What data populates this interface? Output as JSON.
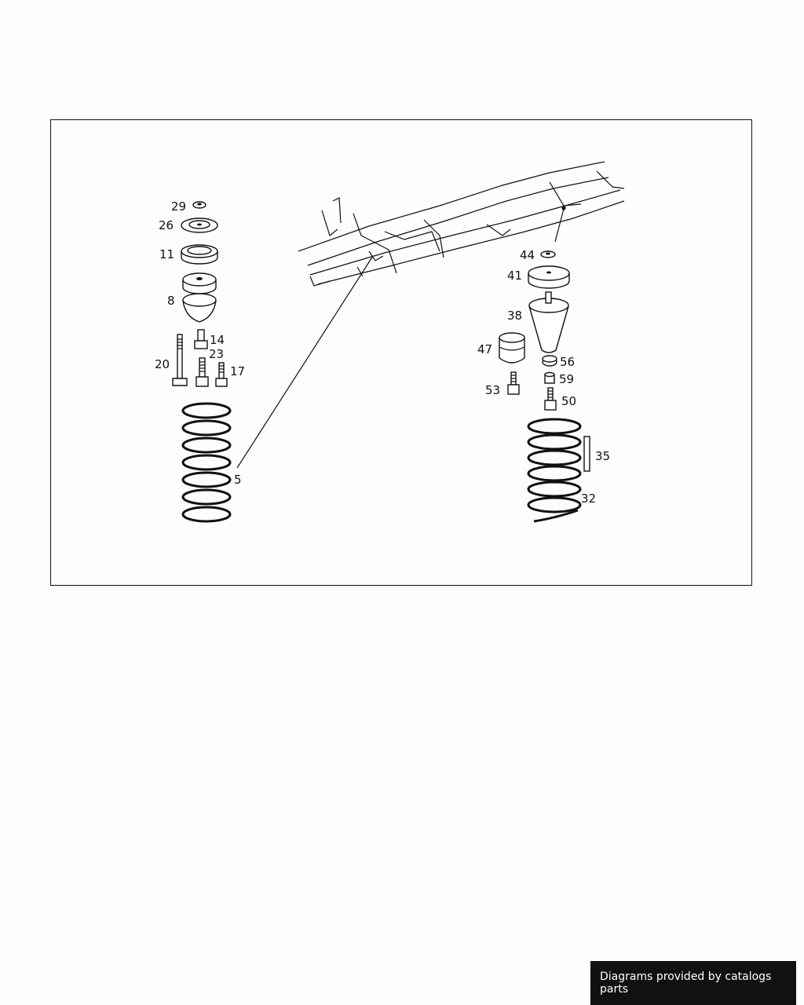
{
  "footer": {
    "credit": "Diagrams provided by catalogs parts"
  },
  "callouts": [
    "29",
    "26",
    "11",
    "8",
    "14",
    "23",
    "20",
    "17",
    "5",
    "44",
    "41",
    "38",
    "47",
    "56",
    "59",
    "53",
    "50",
    "35",
    "32"
  ]
}
